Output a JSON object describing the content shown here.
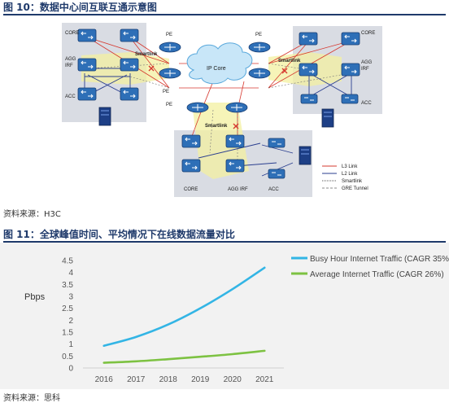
{
  "figure10": {
    "title": "图 10：数据中心间互联互通示意图",
    "source": "资料来源：H3C",
    "labels": {
      "core": "CORE",
      "agg_irf": "AGG IRF",
      "agg": "AGG",
      "irf": "IRF",
      "acc": "ACC",
      "pe": "PE",
      "ip_core": "IP Core",
      "smartlink": "Smartlink"
    },
    "legend": [
      {
        "label": "L3 Link",
        "color": "#d6382f"
      },
      {
        "label": "L2 Link",
        "color": "#2a3e8f"
      },
      {
        "label": "Smartlink",
        "color": "#555555"
      },
      {
        "label": "GRE Tunnel",
        "color": "#888888"
      }
    ]
  },
  "figure11": {
    "title": "图 11：全球峰值时间、平均情况下在线数据流量对比",
    "source": "资料来源：思科"
  },
  "chart_data": {
    "type": "line",
    "title": "",
    "xlabel": "",
    "ylabel": "Pbps",
    "x": [
      2016,
      2017,
      2018,
      2019,
      2020,
      2021
    ],
    "ylim": [
      0,
      4.5
    ],
    "yticks": [
      0,
      0.5,
      1,
      1.5,
      2,
      2.5,
      3,
      3.5,
      4,
      4.5
    ],
    "grid": false,
    "legend_position": "top-right",
    "series": [
      {
        "name": "Busy Hour Internet Traffic (CAGR 35%)",
        "color": "#33b5e5",
        "values": [
          0.93,
          1.3,
          1.82,
          2.5,
          3.3,
          4.2
        ]
      },
      {
        "name": "Average Internet Traffic (CAGR 26%)",
        "color": "#7dc242",
        "values": [
          0.22,
          0.28,
          0.37,
          0.47,
          0.58,
          0.72
        ]
      }
    ]
  }
}
